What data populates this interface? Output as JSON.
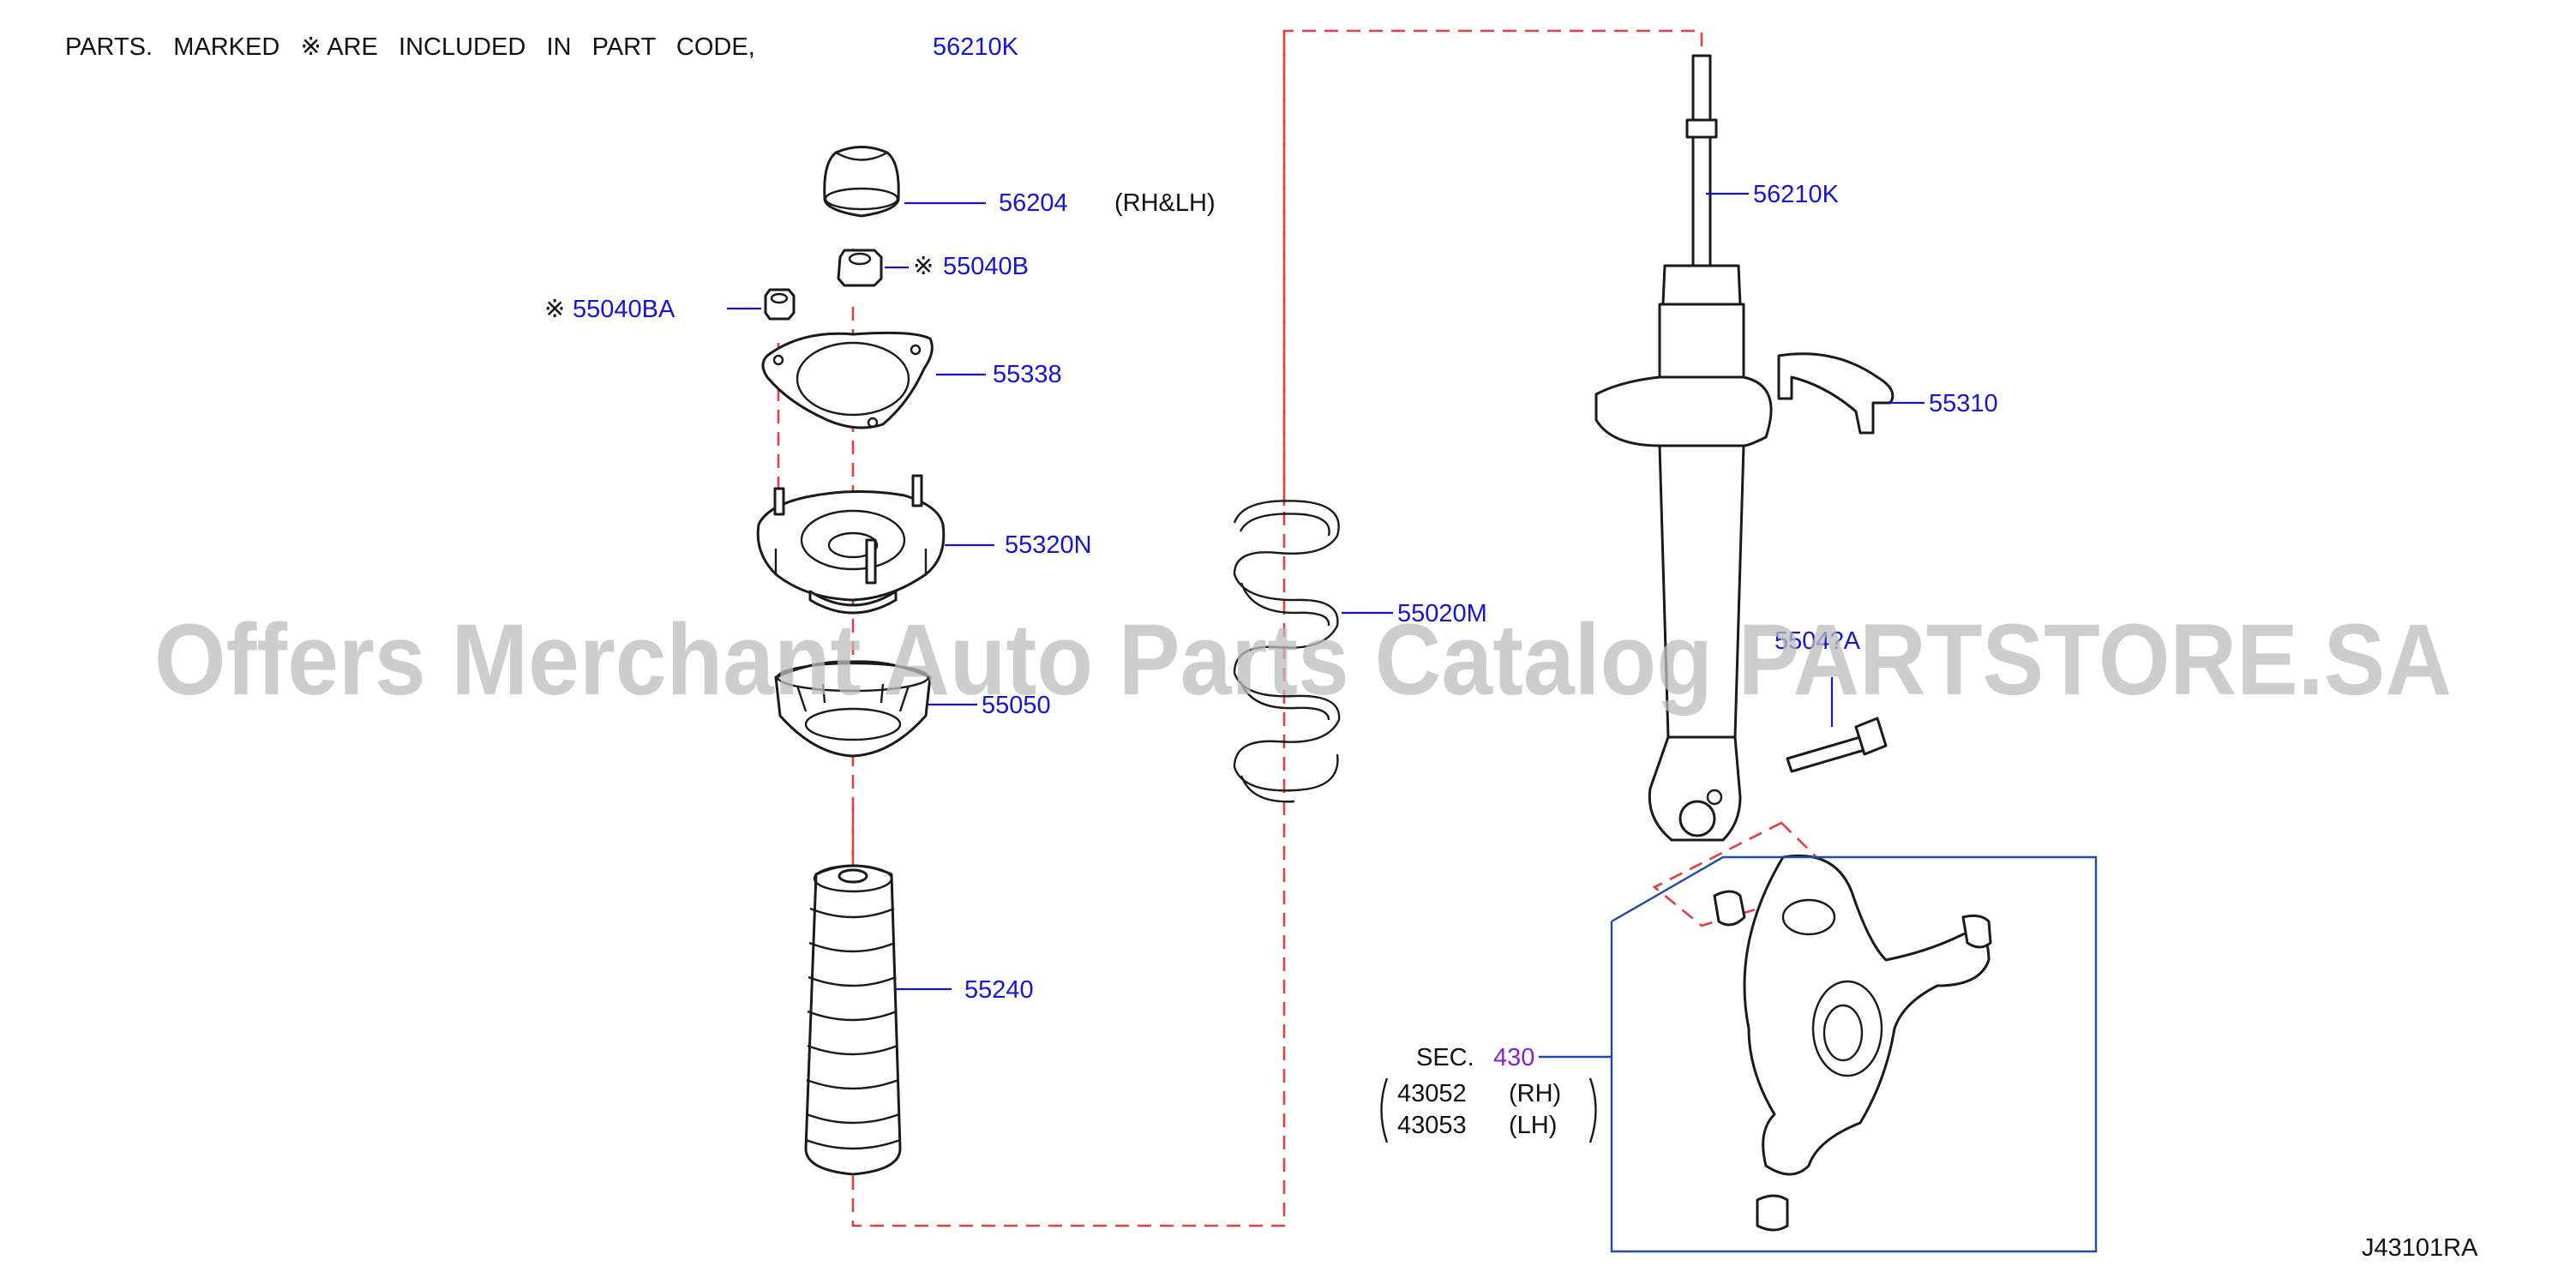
{
  "header_note": "PARTS.   MARKED   ※ ARE   INCLUDED   IN   PART   CODE,",
  "header_code": "56210K",
  "diagram_id": "J43101RA",
  "watermark": "Offers Merchant Auto Parts Catalog PARTSTORE.SA",
  "colors": {
    "callout": "#1414d6",
    "section": "#8a1fd6",
    "dashed": "#e04040",
    "line": "#1a1a1a"
  },
  "callouts": {
    "p56204": "56204",
    "p56204_side": "(RH&LH)",
    "p55040B_mark": "※",
    "p55040B": "55040B",
    "p55040BA_mark": "※",
    "p55040BA": "55040BA",
    "p55338": "55338",
    "p55320N": "55320N",
    "p55050": "55050",
    "p55240": "55240",
    "p55020M": "55020M",
    "p56210K": "56210K",
    "p55310": "55310",
    "p5504xA": "5504?A"
  },
  "section_ref": {
    "label": "SEC.",
    "number": "430",
    "rows": [
      {
        "code": "43052",
        "side": "(RH)"
      },
      {
        "code": "43053",
        "side": "(LH)"
      }
    ]
  }
}
